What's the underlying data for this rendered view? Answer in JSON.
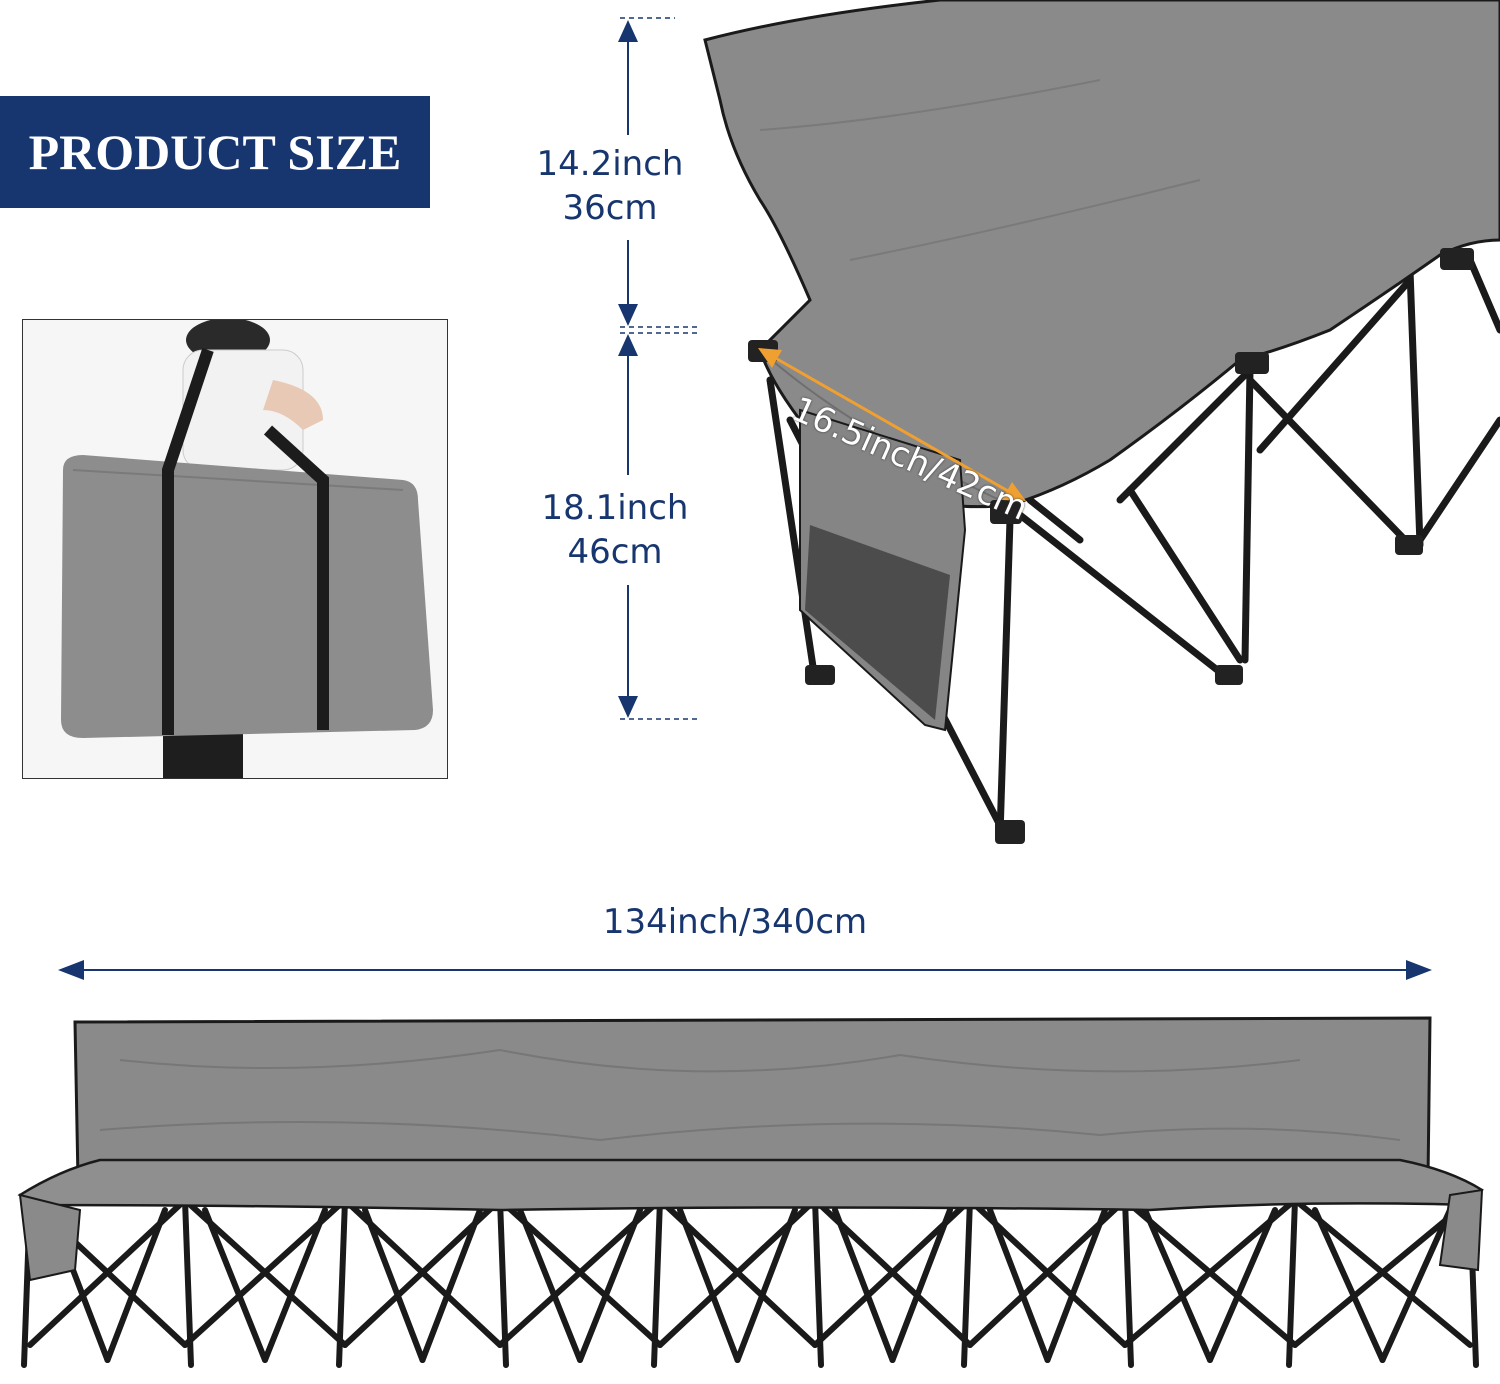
{
  "banner": {
    "title": "PRODUCT SIZE"
  },
  "dimensions": {
    "backrest_height": {
      "inch": "14.2inch",
      "cm": "36cm"
    },
    "seat_height": {
      "inch": "18.1inch",
      "cm": "46cm"
    },
    "seat_depth": "16.5inch/42cm",
    "total_length": "134inch/340cm"
  },
  "colors": {
    "navy": "#17366f",
    "fabric_gray": "#8a8a8a",
    "frame_black": "#1a1a1a",
    "depth_arrow_orange": "#f0a030"
  },
  "images": {
    "carry_bag": "person-carrying-gray-bag",
    "chair_closeup": "folding-bench-end-closeup",
    "bench_full": "six-seat-folding-bench"
  }
}
